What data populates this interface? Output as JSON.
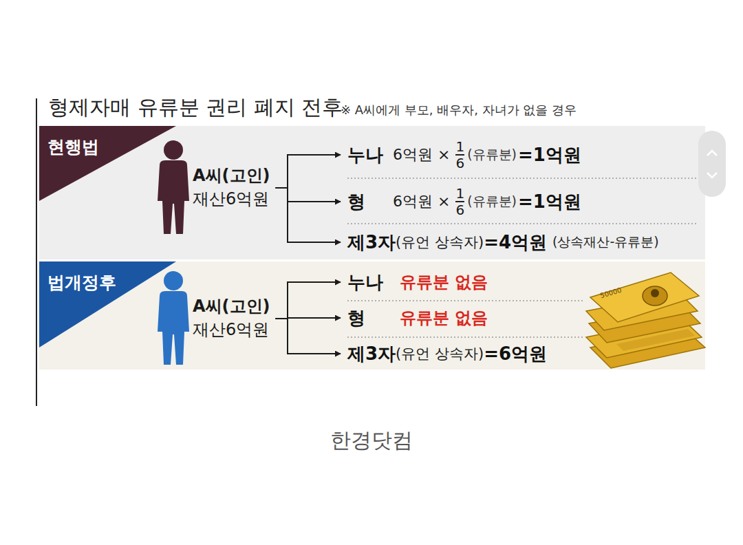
{
  "diagram": {
    "title": "형제자매 유류분 권리 폐지 전후",
    "caption": "한경닷컴",
    "nodes": [
      {
        "text": [
          "현행법"
        ]
      },
      {
        "text": [
          "A씨(고인)",
          "재산6억원"
        ],
        "in": 0
      },
      {
        "text": [
          "누나",
          "6억원 ×",
          "1",
          "6",
          "(유류분)",
          "=1억원"
        ],
        "in": 0
      },
      {
        "text": [
          "형",
          "6억원 ×",
          "1",
          "6",
          "(유류분)",
          "=1억원"
        ],
        "in": 0
      },
      {
        "text": [
          "제3자",
          "(유언 상속자)",
          "=4억원",
          "(상속재산-유류분)"
        ],
        "in": 0
      },
      {
        "text": [
          "법개정후"
        ]
      },
      {
        "text": [
          "A씨(고인)",
          "재산6억원"
        ],
        "in": 5
      },
      {
        "text": [
          "누나",
          "유류분 없음"
        ],
        "in": 5
      },
      {
        "text": [
          "형",
          "유류분 없음"
        ],
        "in": 5
      },
      {
        "text": [
          "제3자",
          "(유언 상속자)",
          "=6억원"
        ],
        "in": 5
      }
    ],
    "edges": [
      {
        "from": 1,
        "to": 2,
        "arrow": "to"
      },
      {
        "from": 1,
        "to": 3,
        "arrow": "to"
      },
      {
        "from": 1,
        "to": 4,
        "arrow": "to"
      },
      {
        "from": 6,
        "to": 7,
        "arrow": "to"
      },
      {
        "from": 6,
        "to": 8,
        "arrow": "to"
      },
      {
        "from": 6,
        "to": 9,
        "arrow": "to"
      }
    ],
    "labels": [
      "※ A씨에게 부모, 배우자, 자녀가 없을 경우",
      "50000"
    ]
  }
}
